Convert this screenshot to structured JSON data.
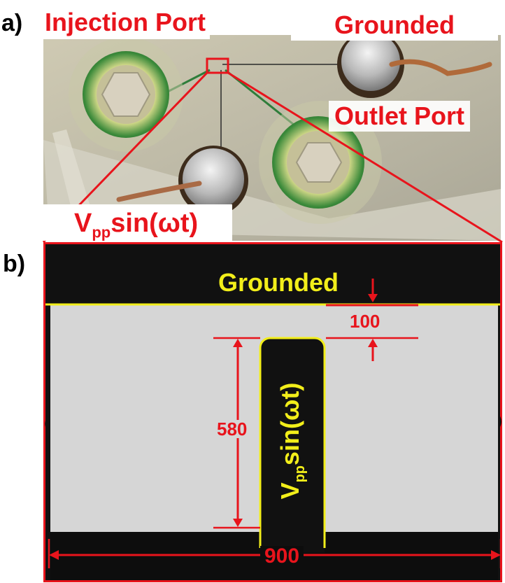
{
  "panel_a": {
    "label": "a)",
    "injection_port": "Injection Port",
    "grounded": "Grounded",
    "outlet_port": "Outlet Port",
    "vpp_main": "V",
    "vpp_sub": "pp",
    "vpp_tail": "sin(ωt)"
  },
  "panel_b": {
    "label": "b)",
    "grounded": "Grounded",
    "vpp_main": "V",
    "vpp_sub": "pp",
    "vpp_tail": "sin(ωt)",
    "dim_gap": "100",
    "dim_height": "580",
    "dim_width": "900"
  },
  "colors": {
    "annotation_red": "#e8141c",
    "electrode_yellow": "#f2ee1a",
    "channel_gray": "#d6d6d6",
    "electrode_black": "#111111"
  }
}
